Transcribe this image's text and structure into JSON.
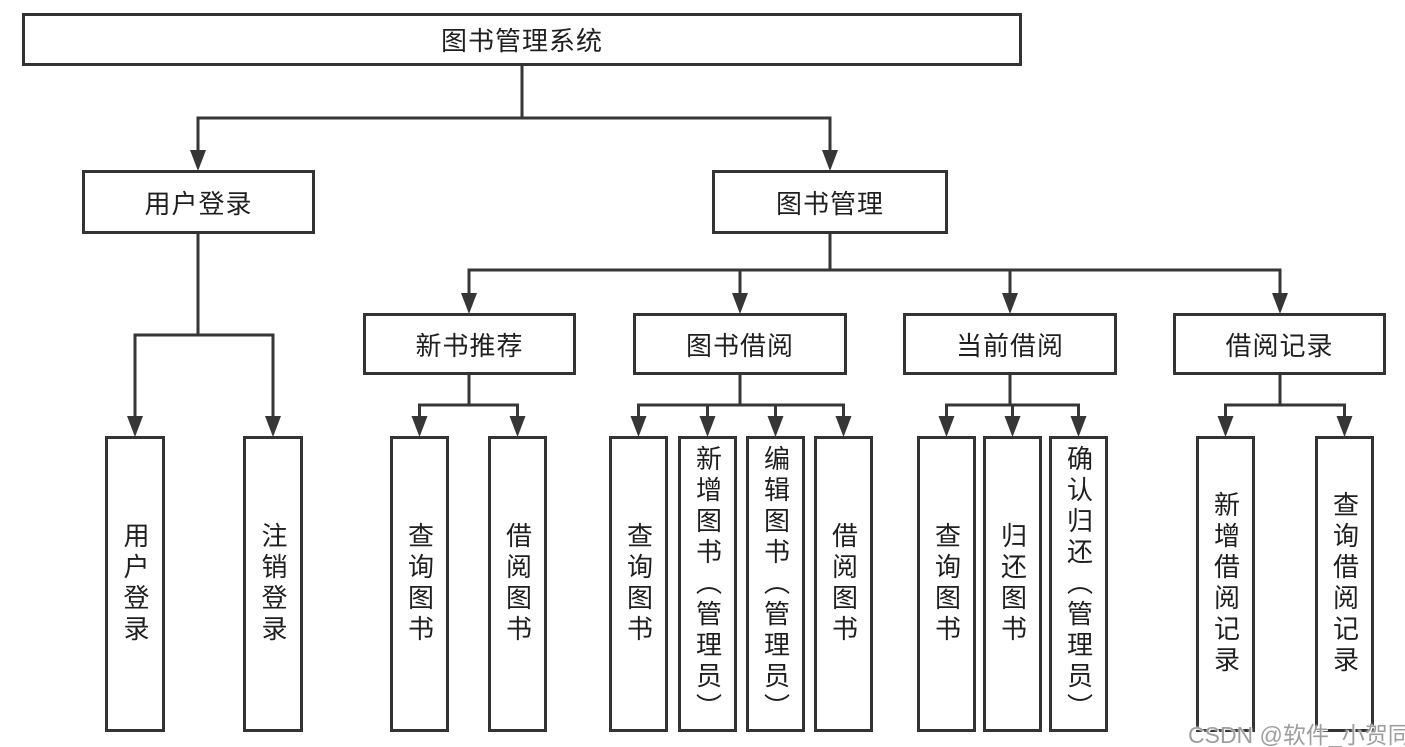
{
  "colors": {
    "line": "#363636",
    "border": "#333333",
    "text": "#1f1f1f",
    "background": "#ffffff",
    "watermark": "#9e9e9e"
  },
  "tree": {
    "root": {
      "label": "图书管理系统"
    },
    "level2": [
      {
        "label": "用户登录",
        "children": [
          {
            "label": "用户登录"
          },
          {
            "label": "注销登录"
          }
        ]
      },
      {
        "label": "图书管理",
        "children": [
          {
            "label": "新书推荐",
            "children": [
              {
                "label": "查询图书"
              },
              {
                "label": "借阅图书"
              }
            ]
          },
          {
            "label": "图书借阅",
            "children": [
              {
                "label": "查询图书"
              },
              {
                "label": "新增图书（管理员）"
              },
              {
                "label": "编辑图书（管理员）"
              },
              {
                "label": "借阅图书"
              }
            ]
          },
          {
            "label": "当前借阅",
            "children": [
              {
                "label": "查询图书"
              },
              {
                "label": "归还图书"
              },
              {
                "label": "确认归还（管理员）"
              }
            ]
          },
          {
            "label": "借阅记录",
            "children": [
              {
                "label": "新增借阅记录"
              },
              {
                "label": "查询借阅记录"
              }
            ]
          }
        ]
      }
    ]
  },
  "watermark": {
    "text": "CSDN @软件_小贺同学"
  }
}
